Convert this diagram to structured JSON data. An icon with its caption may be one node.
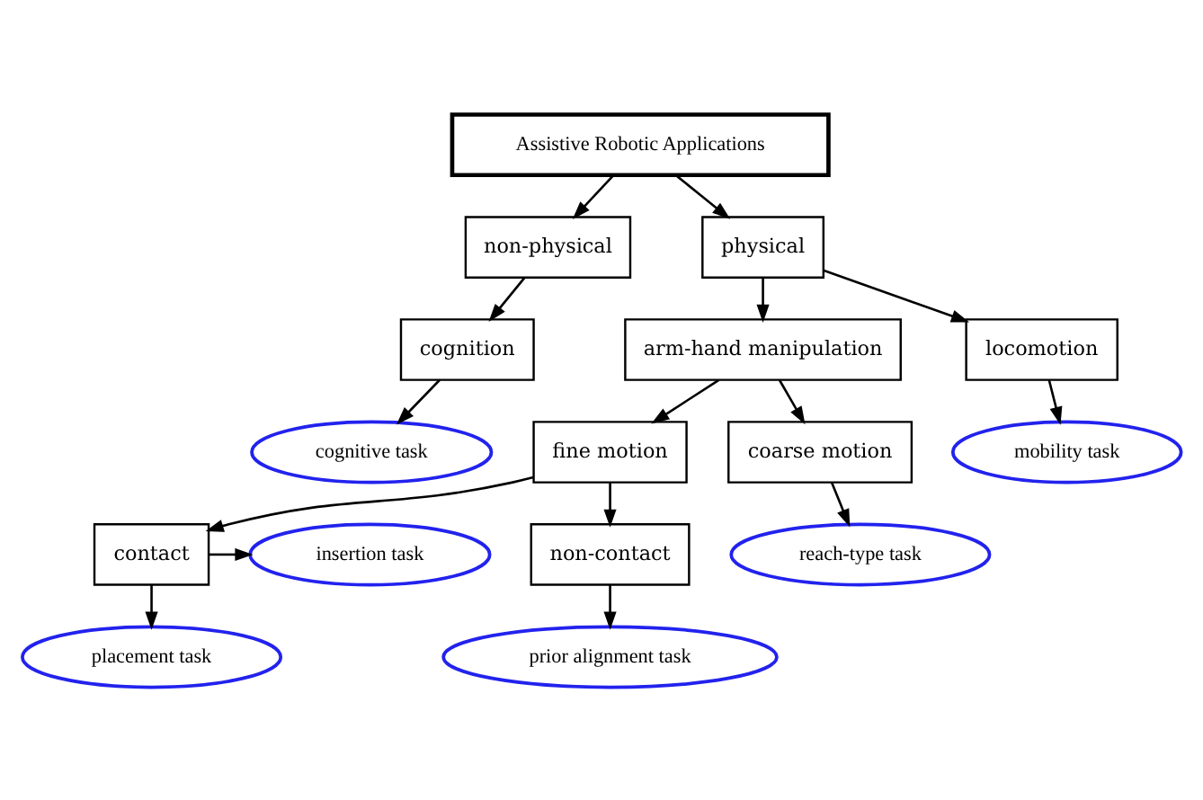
{
  "diagram": {
    "nodes": [
      {
        "text": [
          "Assistive Robotic Applications"
        ]
      },
      {
        "text": [
          "non-physical"
        ]
      },
      {
        "text": [
          "physical"
        ]
      },
      {
        "text": [
          "cognition"
        ]
      },
      {
        "text": [
          "arm-hand manipulation"
        ]
      },
      {
        "text": [
          "locomotion"
        ]
      },
      {
        "text": [
          "cognitive task"
        ]
      },
      {
        "text": [
          "fine motion"
        ]
      },
      {
        "text": [
          "coarse motion"
        ]
      },
      {
        "text": [
          "mobility task"
        ]
      },
      {
        "text": [
          "contact"
        ]
      },
      {
        "text": [
          "non-contact"
        ]
      },
      {
        "text": [
          "reach-type task"
        ]
      },
      {
        "text": [
          "insertion task"
        ]
      },
      {
        "text": [
          "placement task"
        ]
      },
      {
        "text": [
          "prior alignment task"
        ]
      }
    ],
    "edges": [
      {
        "from": 0,
        "to": 1,
        "arrow": "to"
      },
      {
        "from": 0,
        "to": 2,
        "arrow": "to"
      },
      {
        "from": 1,
        "to": 3,
        "arrow": "to"
      },
      {
        "from": 2,
        "to": 4,
        "arrow": "to"
      },
      {
        "from": 2,
        "to": 5,
        "arrow": "to"
      },
      {
        "from": 3,
        "to": 6,
        "arrow": "to"
      },
      {
        "from": 4,
        "to": 7,
        "arrow": "to"
      },
      {
        "from": 4,
        "to": 8,
        "arrow": "to"
      },
      {
        "from": 5,
        "to": 9,
        "arrow": "to"
      },
      {
        "from": 7,
        "to": 10,
        "arrow": "to"
      },
      {
        "from": 7,
        "to": 11,
        "arrow": "to"
      },
      {
        "from": 8,
        "to": 12,
        "arrow": "to"
      },
      {
        "from": 10,
        "to": 13,
        "arrow": "to"
      },
      {
        "from": 10,
        "to": 14,
        "arrow": "to"
      },
      {
        "from": 11,
        "to": 15,
        "arrow": "to"
      }
    ]
  }
}
